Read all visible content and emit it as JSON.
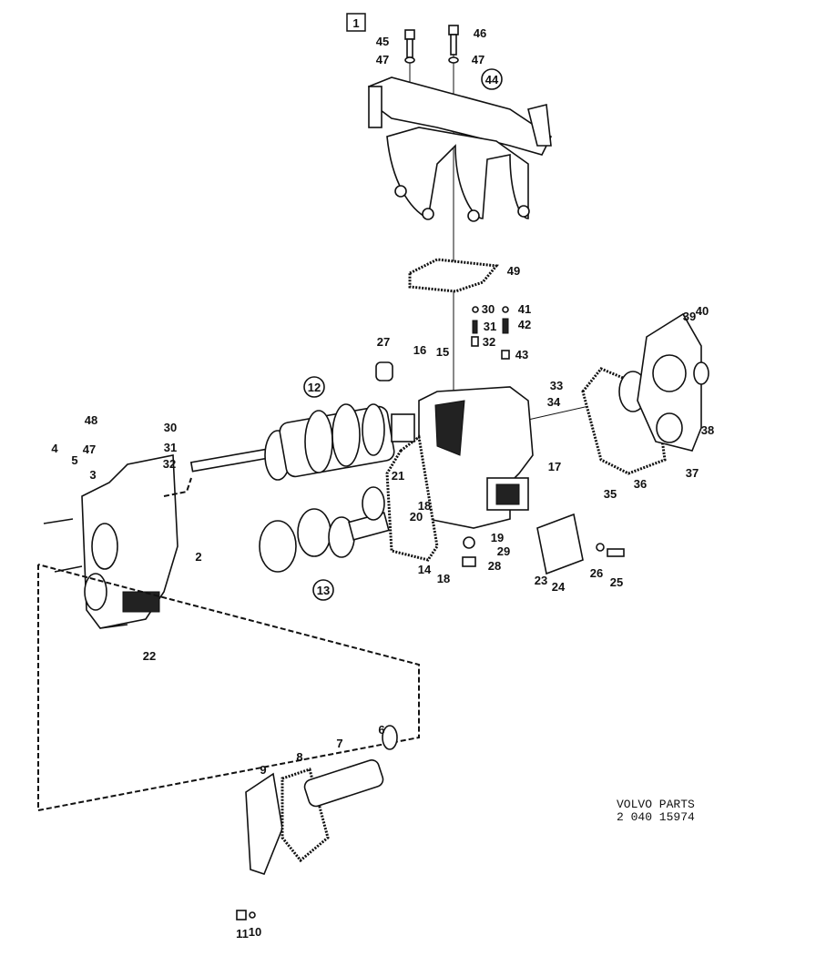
{
  "diagram": {
    "group_number": "1",
    "callouts": [
      "45",
      "46",
      "47",
      "47",
      "44",
      "49",
      "30",
      "31",
      "32",
      "41",
      "42",
      "43",
      "27",
      "16",
      "15",
      "33",
      "34",
      "12",
      "48",
      "30",
      "47",
      "31",
      "5",
      "3",
      "32",
      "4",
      "17",
      "21",
      "18",
      "20",
      "35",
      "36",
      "37",
      "38",
      "39",
      "40",
      "2",
      "19",
      "29",
      "14",
      "18",
      "28",
      "23",
      "24",
      "26",
      "25",
      "13",
      "22",
      "9",
      "8",
      "7",
      "6",
      "11",
      "10"
    ],
    "reference": {
      "brand": "VOLVO PARTS",
      "number": "2 040 15974"
    }
  }
}
